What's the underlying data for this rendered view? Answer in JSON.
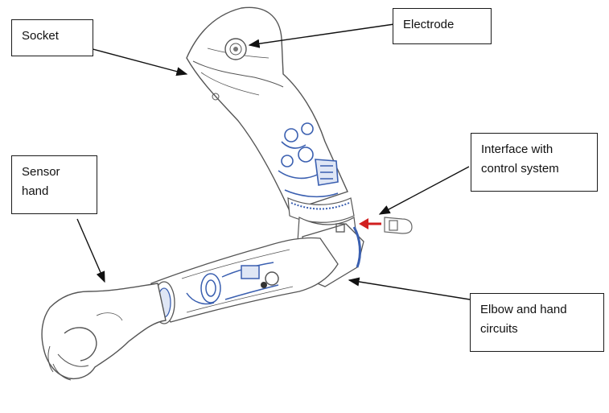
{
  "labels": {
    "socket": "Socket",
    "electrode": "Electrode",
    "interface": "Interface with\ncontrol system",
    "sensor_hand": "Sensor\nhand",
    "elbow_circuits": "Elbow and hand\ncircuits"
  },
  "colors": {
    "outline": "#555555",
    "mechanism": "#3a5fb0",
    "indicator_arrow": "#d11f1f",
    "label_border": "#1a1a1a"
  }
}
